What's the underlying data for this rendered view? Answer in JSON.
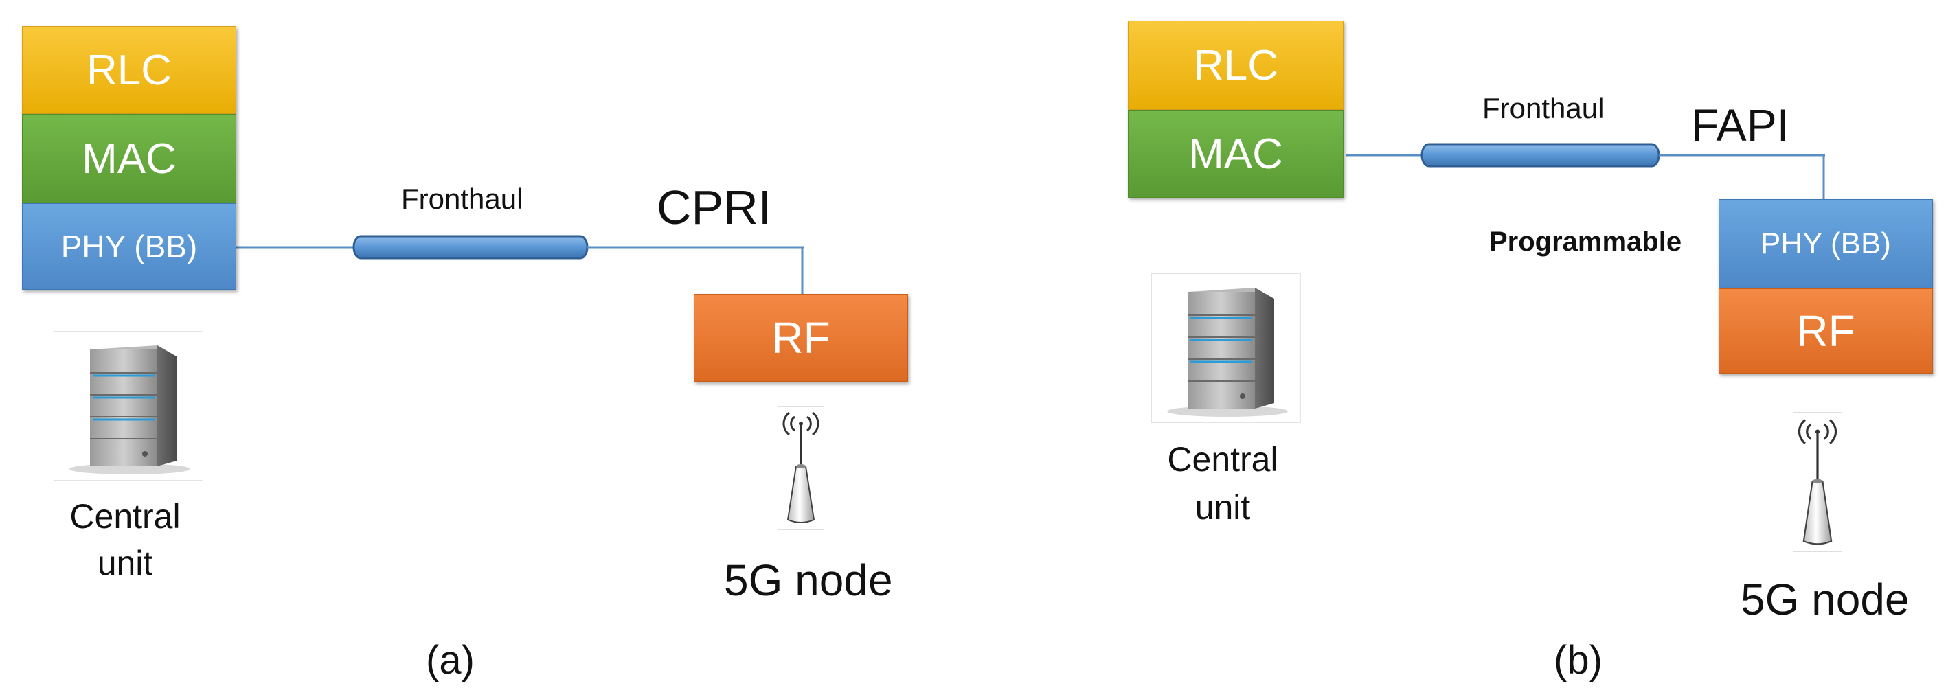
{
  "panel_a": {
    "rlc": "RLC",
    "mac": "MAC",
    "phy": "PHY (BB)",
    "rf": "RF",
    "fronthaul": "Fronthaul",
    "interface": "CPRI",
    "central_unit": [
      "Central",
      "unit"
    ],
    "node": "5G node",
    "caption": "(a)"
  },
  "panel_b": {
    "rlc": "RLC",
    "mac": "MAC",
    "phy": "PHY (BB)",
    "rf": "RF",
    "fronthaul": "Fronthaul",
    "interface": "FAPI",
    "programmable": "Programmable",
    "central_unit": [
      "Central",
      "unit"
    ],
    "node": "5G node",
    "caption": "(b)"
  },
  "colors": {
    "rlc": "#f4bb1e",
    "mac": "#67aa3f",
    "phy": "#5b97d6",
    "rf": "#ea7a31",
    "cable": "#5b97d6",
    "line": "#5a8fc6"
  }
}
